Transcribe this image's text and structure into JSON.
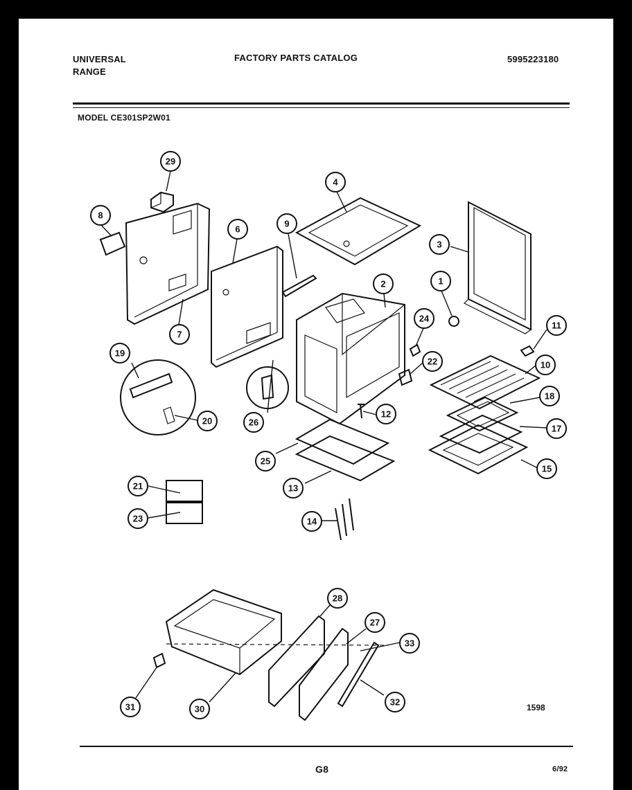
{
  "header": {
    "brand_line1": "UNIVERSAL",
    "brand_line2": "RANGE",
    "catalog_title": "FACTORY PARTS CATALOG",
    "part_number": "5995223180",
    "model": "MODEL CE301SP2W01"
  },
  "diagram": {
    "figure_code": "1598",
    "callouts": [
      "29",
      "8",
      "6",
      "9",
      "4",
      "3",
      "1",
      "2",
      "24",
      "11",
      "7",
      "19",
      "22",
      "10",
      "18",
      "12",
      "20",
      "26",
      "17",
      "25",
      "15",
      "13",
      "21",
      "23",
      "14",
      "28",
      "27",
      "33",
      "31",
      "30",
      "32"
    ]
  },
  "footer": {
    "page_code": "G8",
    "date": "6/92"
  }
}
